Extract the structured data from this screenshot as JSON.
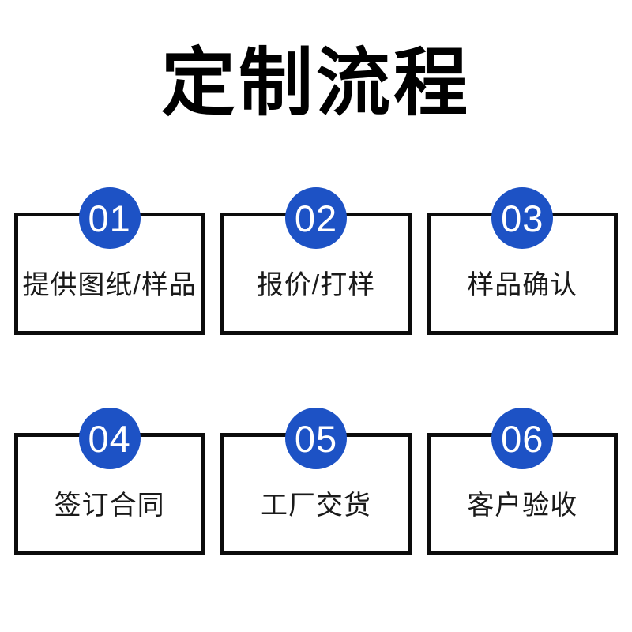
{
  "title": "定制流程",
  "colors": {
    "accent_blue": "#1d52c5",
    "box_border": "#0c0c0c",
    "background": "#ffffff",
    "title_text": "#000000",
    "step_text": "#1a1a1a",
    "badge_text": "#ffffff"
  },
  "steps": [
    {
      "number": "01",
      "label": "提供图纸/样品"
    },
    {
      "number": "02",
      "label": "报价/打样"
    },
    {
      "number": "03",
      "label": "样品确认"
    },
    {
      "number": "04",
      "label": "签订合同"
    },
    {
      "number": "05",
      "label": "工厂交货"
    },
    {
      "number": "06",
      "label": "客户验收"
    }
  ]
}
